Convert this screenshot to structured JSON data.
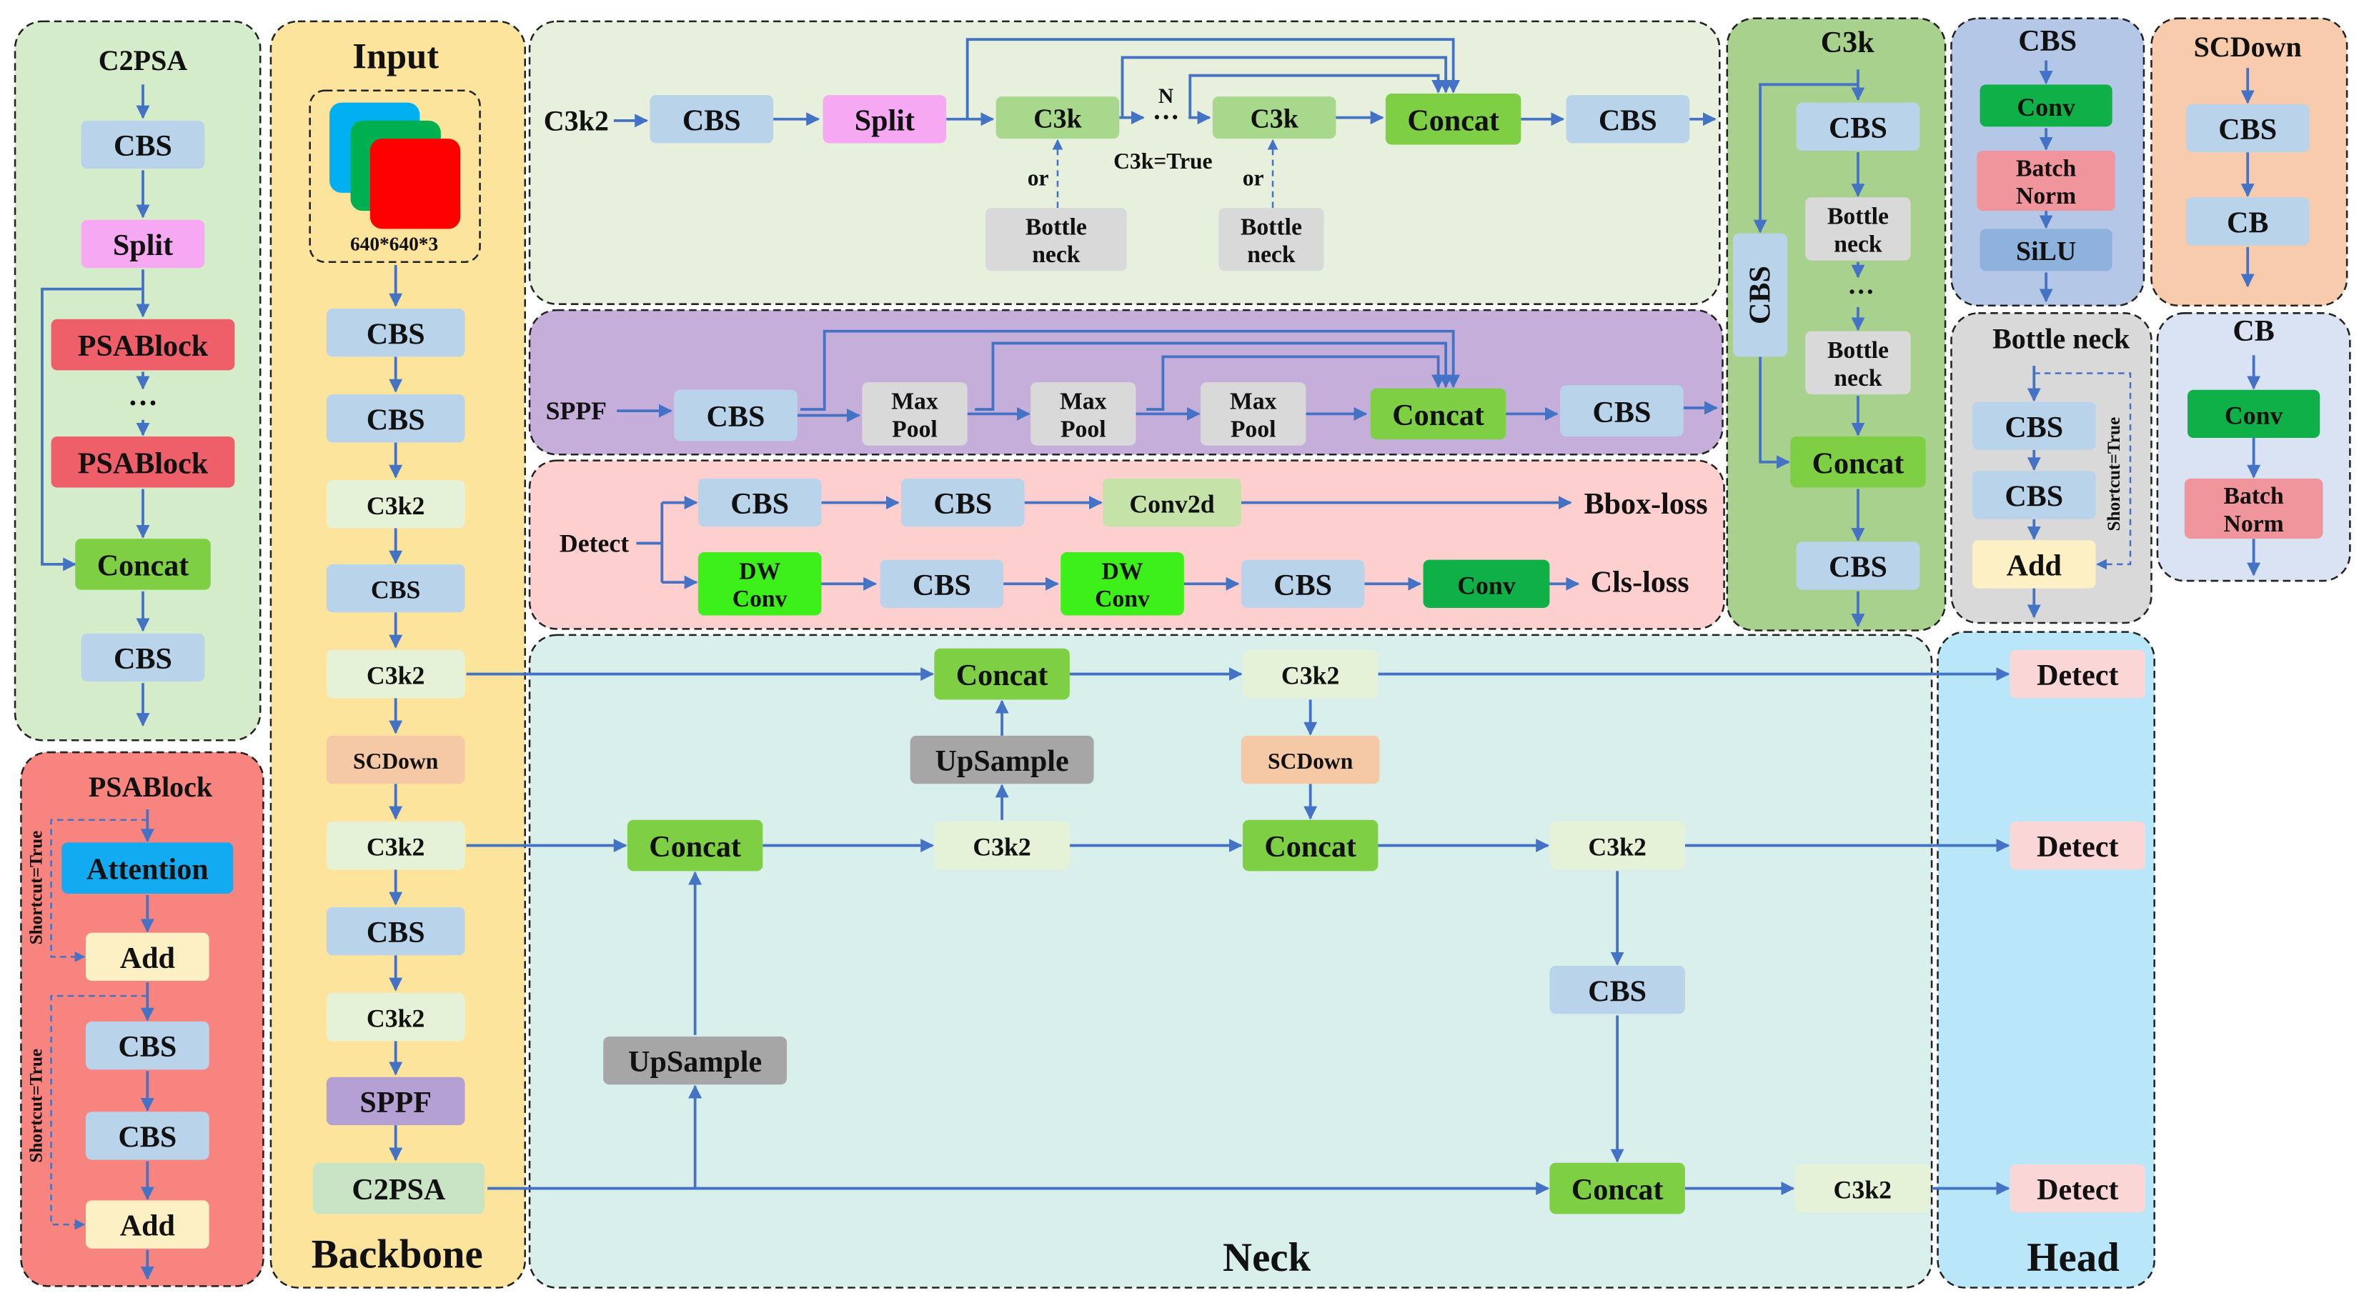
{
  "panels": {
    "c2psa": "C2PSA",
    "psablock": "PSABlock",
    "input": "Input",
    "input_size": "640*640*3",
    "backbone": "Backbone",
    "neck": "Neck",
    "head": "Head",
    "c3k": "C3k",
    "cbs": "CBS",
    "scdown": "SCDown",
    "bottleneck": "Bottle neck",
    "cb": "CB"
  },
  "labels": {
    "c3k2": "C3k2",
    "cbs": "CBS",
    "split": "Split",
    "psablock": "PSABlock",
    "concat": "Concat",
    "c3k": "C3k",
    "n": "N",
    "c3k_true": "C3k=True",
    "or": "or",
    "bottle": "Bottle",
    "neck": "neck",
    "sppf": "SPPF",
    "max": "Max",
    "pool": "Pool",
    "detect": "Detect",
    "conv2d": "Conv2d",
    "bbox_loss": "Bbox-loss",
    "dw": "DW",
    "conv": "Conv",
    "cls_loss": "Cls-loss",
    "upsample": "UpSample",
    "scdown": "SCDown",
    "c2psa": "C2PSA",
    "attention": "Attention",
    "add": "Add",
    "shortcut": "Shortcut=True",
    "batch": "Batch",
    "norm": "Norm",
    "silu": "SiLU",
    "cb": "CB",
    "dots": "···"
  },
  "colors": {
    "cbs": "#b9d3ea",
    "split": "#f7a8f2",
    "psablock": "#ef5f6a",
    "concat": "#7ecf44",
    "c3k2": "#e6f2d8",
    "c3k": "#a8d88b",
    "bottleneck": "#d9d9d9",
    "maxpool": "#d9d9d9",
    "conv2d": "#c5e3a8",
    "dwconv": "#3ef01a",
    "conv": "#0fb048",
    "upsample": "#a6a6a6",
    "scdown": "#f6c9a6",
    "sppf": "#b4a0d2",
    "c2psa": "#c8e4c4",
    "attention": "#12aaf0",
    "add": "#fdf0c4",
    "batchnorm": "#f1959d",
    "silu": "#8fb2dd",
    "detect": "#fbd6d6",
    "arrow": "#4472c4"
  }
}
